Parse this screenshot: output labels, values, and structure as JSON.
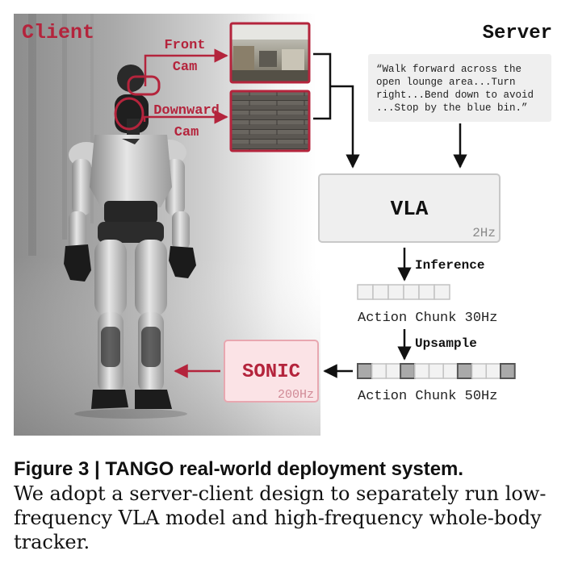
{
  "figure": {
    "client_label": "Client",
    "server_label": "Server",
    "front_cam_label": [
      "Front",
      "Cam"
    ],
    "downward_cam_label": [
      "Downward",
      "Cam"
    ],
    "instruction": [
      "“Walk forward across the",
      "open lounge area...Turn",
      "right...Bend down to avoid",
      "...Stop by the blue bin.”"
    ],
    "vla": {
      "label": "VLA",
      "rate": "2Hz"
    },
    "inference_label": "Inference",
    "chunk_30": {
      "label": "Action Chunk 30Hz",
      "cells": 6
    },
    "upsample_label": "Upsample",
    "chunk_50": {
      "label": "Action Chunk 50Hz",
      "cells": 11,
      "highlighted": [
        0,
        3,
        7,
        10
      ]
    },
    "sonic": {
      "label": "SONIC",
      "rate": "200Hz"
    },
    "colors": {
      "accent": "#b4243c",
      "sonic_fill": "#fbe3e6",
      "sonic_border": "#e8a7b0",
      "box_fill": "#efefef",
      "box_border": "#c8c8c8"
    }
  },
  "caption": {
    "title": "Figure 3 | TANGO real-world deployment system.",
    "body": "We adopt a server-client design to separately run low-frequency VLA model and high-frequency whole-body tracker."
  }
}
